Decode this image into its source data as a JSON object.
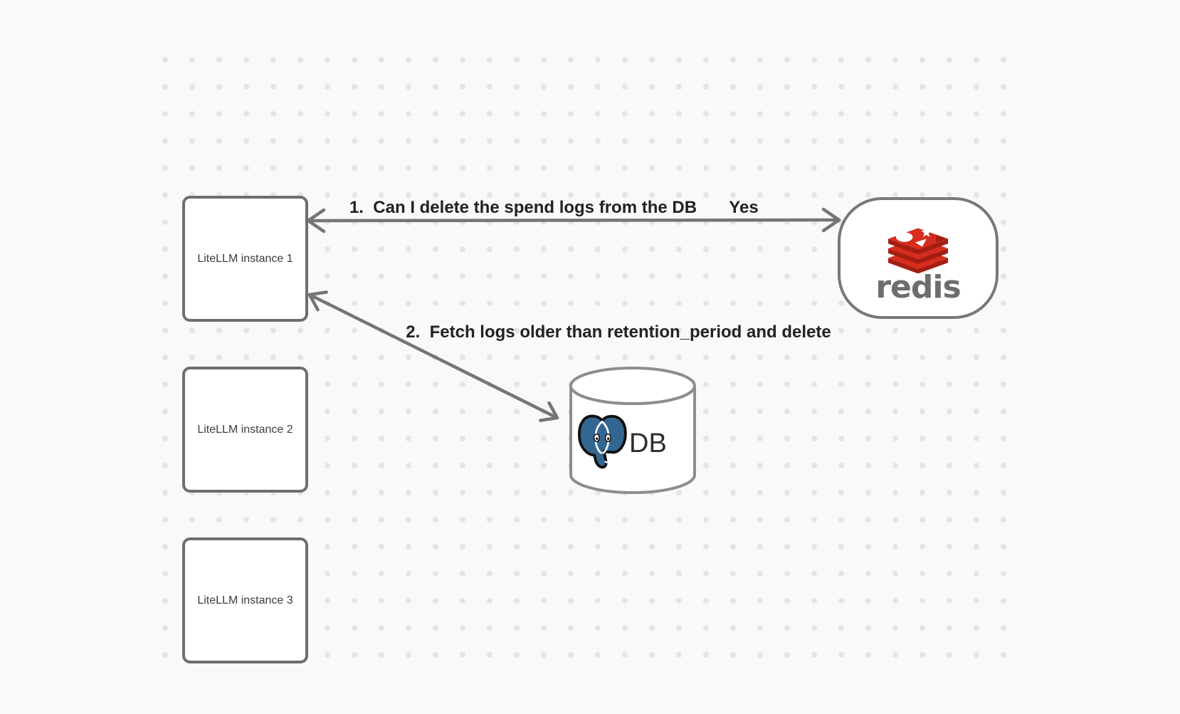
{
  "canvas": {
    "background": "#f9f9f9",
    "dot_color": "#e4e4e4"
  },
  "nodes": {
    "litellm_instances": [
      {
        "label": "LiteLLM instance 1"
      },
      {
        "label": "LiteLLM instance 2"
      },
      {
        "label": "LiteLLM instance 3"
      }
    ],
    "redis": {
      "label": "redis",
      "icon": "redis-stack-icon",
      "brand_red": "#d82c20",
      "brand_red_dark": "#a41e11",
      "wordmark_color": "#6d6d6d"
    },
    "db": {
      "label": "DB",
      "icon": "postgresql-elephant-icon",
      "postgres_blue": "#336791"
    }
  },
  "edges": [
    {
      "label": "1.  Can I delete the spend logs from the DB",
      "response": "Yes",
      "between": [
        "redis",
        "LiteLLM instance 1"
      ],
      "style": "double-headed-arrow"
    },
    {
      "label": "2.  Fetch logs older than retention_period and delete",
      "between": [
        "LiteLLM instance 1",
        "DB"
      ],
      "style": "double-headed-arrow"
    }
  ]
}
